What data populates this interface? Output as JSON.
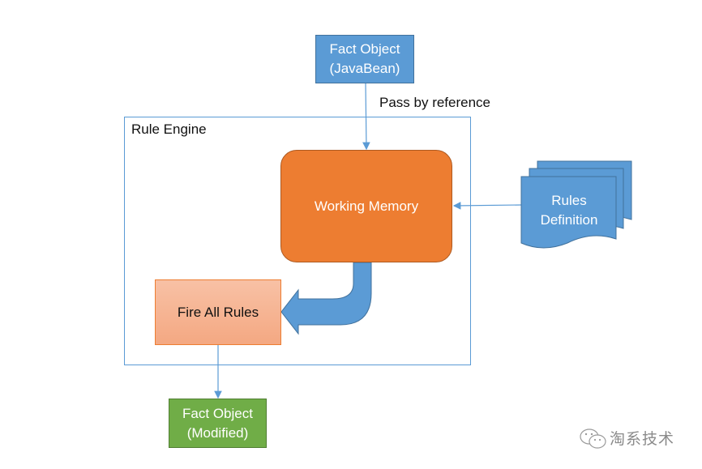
{
  "diagram": {
    "fact_input": {
      "line1": "Fact Object",
      "line2": "(JavaBean)"
    },
    "pass_label": "Pass by reference",
    "engine_label": "Rule Engine",
    "working_memory": "Working Memory",
    "rules_definition": {
      "line1": "Rules",
      "line2": "Definition"
    },
    "fire_all_rules": "Fire All Rules",
    "fact_output": {
      "line1": "Fact Object",
      "line2": "(Modified)"
    },
    "watermark": "淘系技术"
  },
  "colors": {
    "blue": "#5b9bd5",
    "orange": "#ed7d31",
    "salmon": "#f4a882",
    "green": "#70ad47"
  }
}
